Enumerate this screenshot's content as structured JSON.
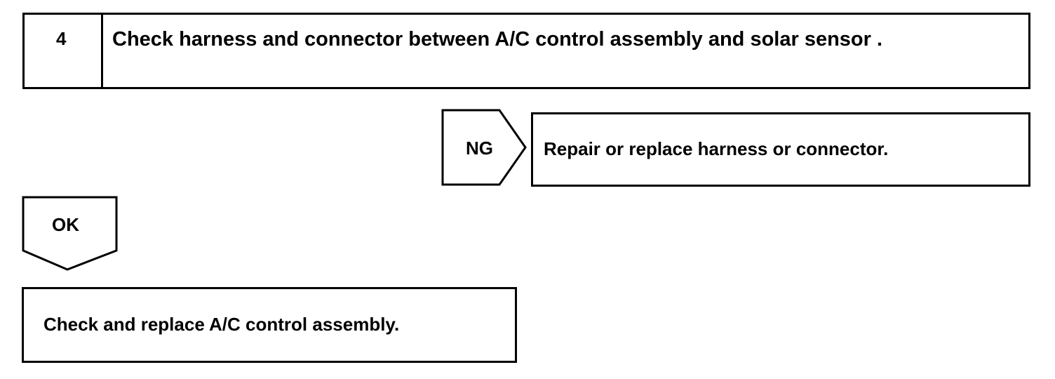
{
  "step": {
    "number": "4",
    "title": "Check harness and connector between A/C control assembly and solar sensor ."
  },
  "ng_branch": {
    "label": "NG",
    "action": "Repair or replace harness or connector."
  },
  "ok_branch": {
    "label": "OK",
    "action": "Check and replace A/C control assembly."
  }
}
